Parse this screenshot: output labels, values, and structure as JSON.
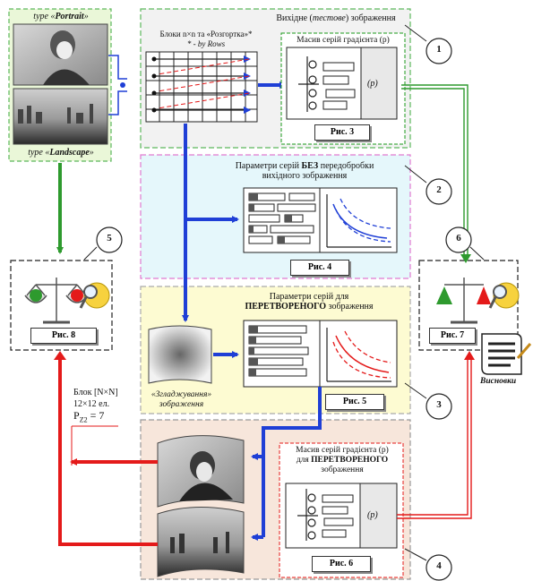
{
  "input": {
    "portrait_caption_prefix": "type «",
    "portrait_caption_word": "Portrait",
    "portrait_caption_suffix": "»",
    "landscape_caption_prefix": "type «",
    "landscape_caption_word": "Landscape",
    "landscape_caption_suffix": "»"
  },
  "panel1": {
    "title_pre": "Вихідне (",
    "title_it": "тестове",
    "title_post": ") зображення",
    "blocks_label_line1": "Блоки n×n та «Розгортка»*",
    "blocks_label_line2": "* - by Rows",
    "gradient_array_label": "Масив серій градієнта (p)",
    "p_symbol": "(p)",
    "fig": "Рис. 3",
    "number": "1"
  },
  "panel2": {
    "title_pre": "Параметри серій ",
    "title_bold": "БЕЗ",
    "title_post": " передобробки",
    "title_line2": "вихідного зображення",
    "fig": "Рис. 4",
    "number": "2"
  },
  "panel3": {
    "title_line1": "Параметри серій для",
    "title_bold": "ПЕРЕТВОРЕНОГО",
    "title_post": " зображення",
    "smoothing_caption_line1": "«Згладжування»",
    "smoothing_caption_line2": "зображення",
    "fig": "Рис. 5",
    "number": "3"
  },
  "panel4": {
    "title_line1": "Масив серій градієнта (p)",
    "title_line2_pre": "для ",
    "title_line2_bold": "ПЕРЕТВОРЕНОГО",
    "title_line3": "зображення",
    "p_symbol": "(p)",
    "fig": "Рис. 6",
    "number": "4"
  },
  "left_result": {
    "fig": "Рис. 8",
    "number": "5"
  },
  "right_result": {
    "fig": "Рис. 7",
    "number": "6",
    "conclusions": "Висновки"
  },
  "block_note": {
    "line1": "Блок [N×N]",
    "line2": "12×12 ел.",
    "line3": "P",
    "line3_sub": "Z2",
    "line3_post": " = 7"
  },
  "colors": {
    "green_border": "#5cb85c",
    "blue_arrow": "#1f3fd6",
    "red_arrow": "#e41a1a",
    "green_arrow": "#2e9a2e",
    "panel1_bg": "#f2f2f2",
    "panel2_bg": "#e5f7fb",
    "panel3_bg": "#fdfbd2",
    "panel4_bg": "#f7e6db",
    "input_bg": "#eaf7d8"
  }
}
